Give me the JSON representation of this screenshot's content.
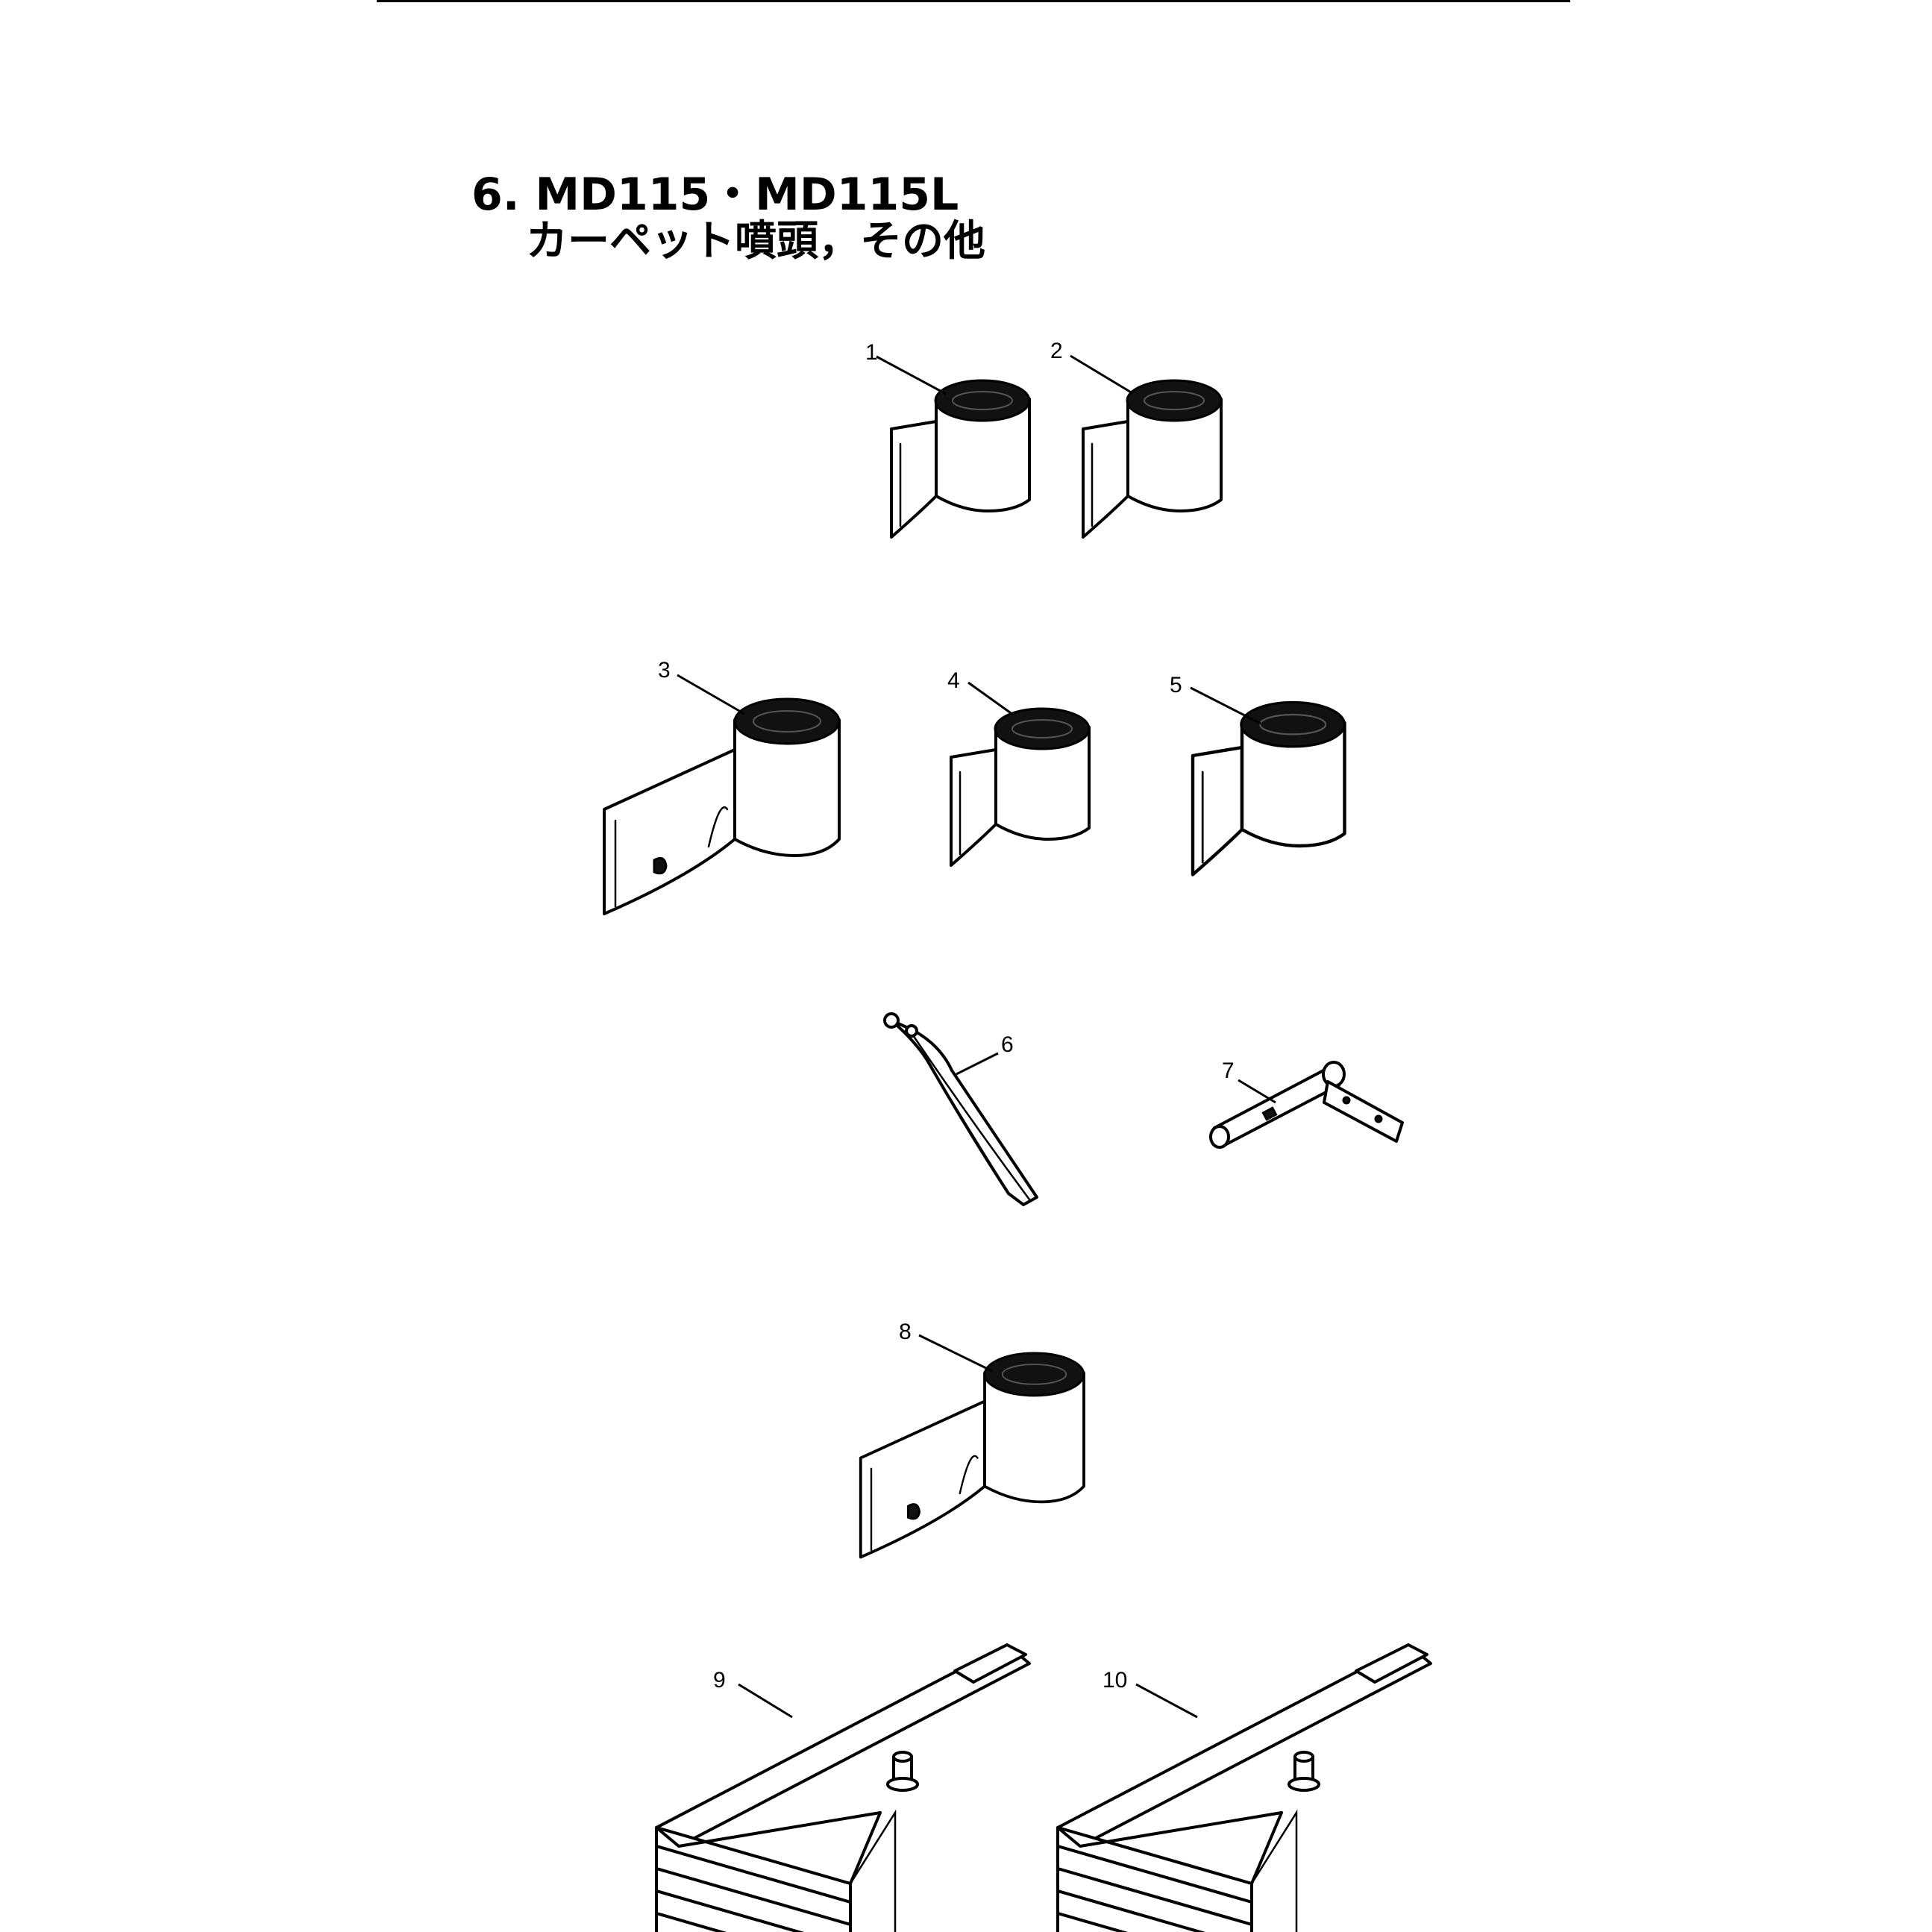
{
  "header": {
    "title_line1": "6. MD115・MD115L",
    "title_line2": "カーペット噴頭，その他"
  },
  "parts": [
    {
      "number": "1"
    },
    {
      "number": "2"
    },
    {
      "number": "3"
    },
    {
      "number": "4"
    },
    {
      "number": "5"
    },
    {
      "number": "6"
    },
    {
      "number": "7"
    },
    {
      "number": "8"
    },
    {
      "number": "9"
    },
    {
      "number": "10"
    }
  ]
}
